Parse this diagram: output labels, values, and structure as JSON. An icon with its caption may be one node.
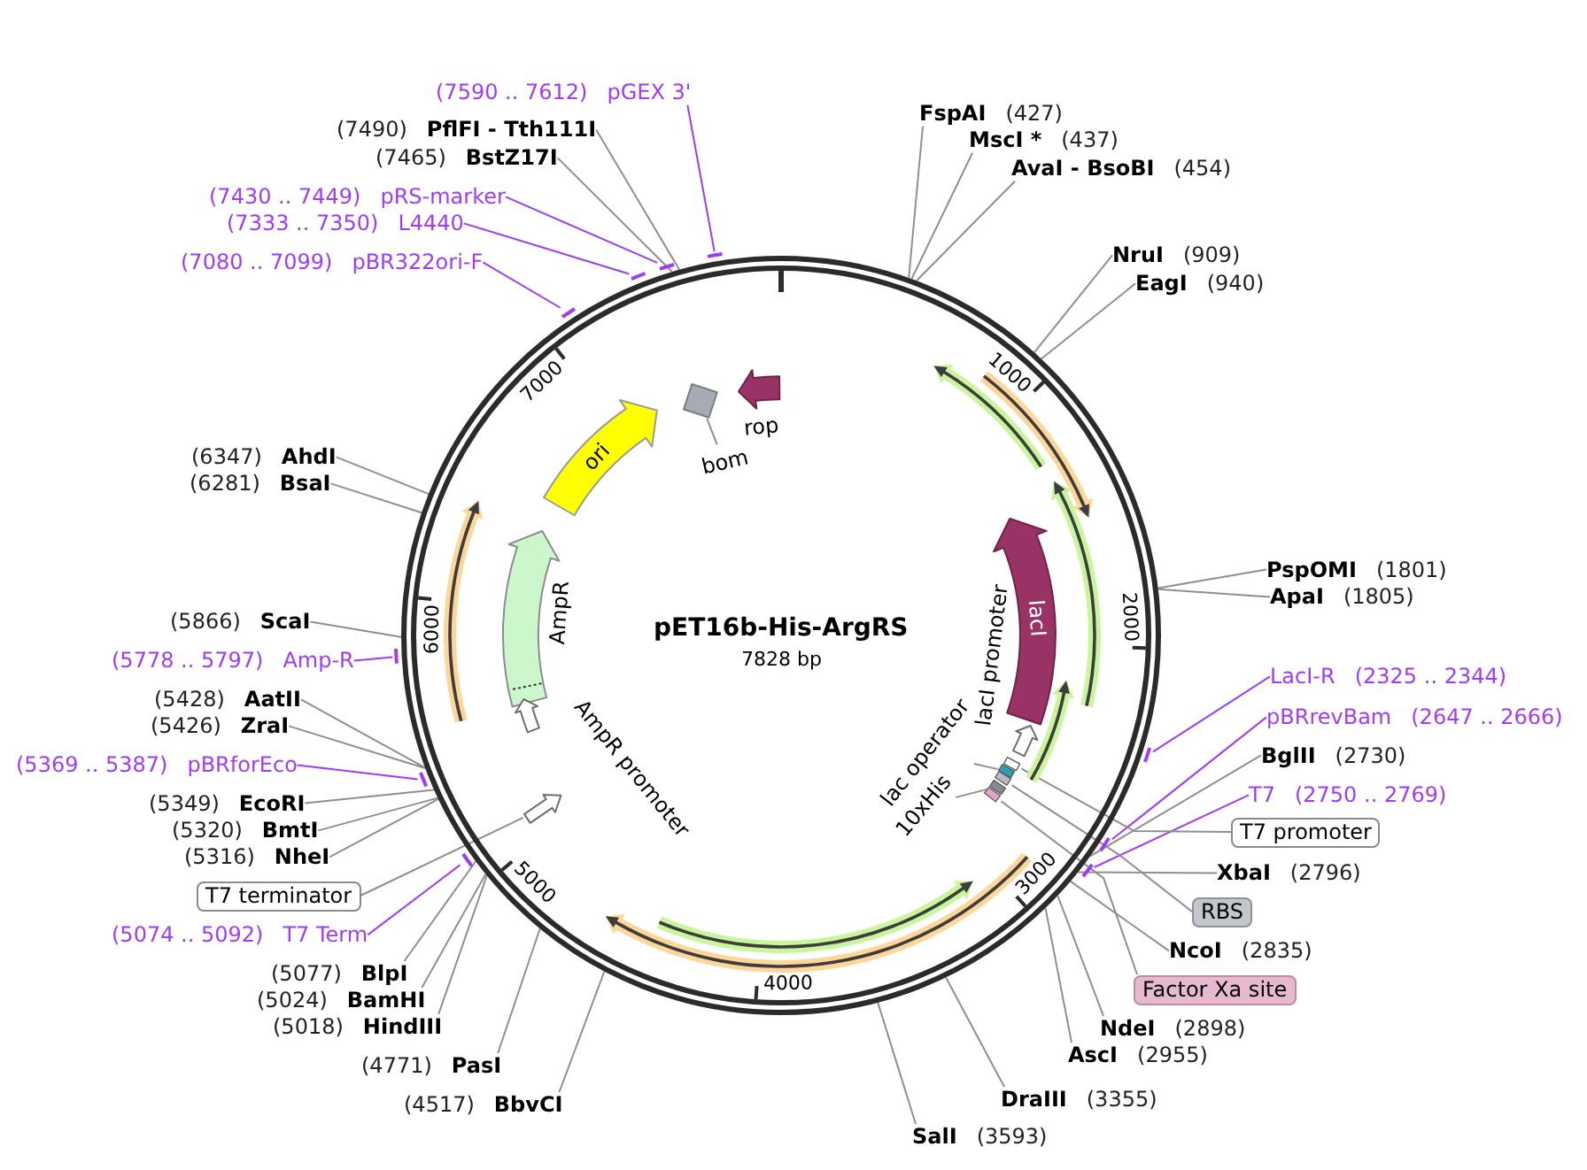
{
  "diagram": {
    "nodes": [
      {
        "text": [
          "pET16b-His-ArgRS",
          "7828 bp"
        ]
      },
      {
        "text": [],
        "shape": "box",
        "in": 0
      },
      {
        "text": [
          "bom"
        ],
        "in": 0
      },
      {
        "text": [
          "rop"
        ],
        "in": 0
      },
      {
        "text": [
          "ori"
        ],
        "in": 0
      },
      {
        "text": [
          "AmpR"
        ],
        "in": 0
      },
      {
        "text": [
          "AmpR promoter"
        ],
        "in": 0
      },
      {
        "text": [],
        "shape": "arrow",
        "in": 0
      },
      {
        "text": [
          "lacI"
        ],
        "in": 0
      },
      {
        "text": [
          "lacI promoter"
        ],
        "in": 0
      },
      {
        "text": [
          "lac operator"
        ],
        "in": 0
      },
      {
        "text": [
          "10xHis"
        ],
        "in": 0
      },
      {
        "text": [],
        "shape": "bar",
        "in": 0
      },
      {
        "text": [],
        "shape": "bar",
        "in": 0
      },
      {
        "text": [],
        "shape": "bar",
        "in": 0
      },
      {
        "text": [],
        "shape": "bar",
        "in": 0
      },
      {
        "text": [],
        "shape": "bar",
        "in": 0
      },
      {
        "text": [
          "FspAI",
          "(427)"
        ]
      },
      {
        "text": [
          "MscI *",
          "(437)"
        ]
      },
      {
        "text": [
          "AvaI - BsoBI",
          "(454)"
        ]
      },
      {
        "text": [
          "NruI",
          "(909)"
        ]
      },
      {
        "text": [
          "EagI",
          "(940)"
        ]
      },
      {
        "text": [
          "PspOMI",
          "(1801)"
        ]
      },
      {
        "text": [
          "ApaI",
          "(1805)"
        ]
      },
      {
        "text": [
          "LacI-R",
          "(2325 .. 2344)"
        ]
      },
      {
        "text": [],
        "shape": "bar"
      },
      {
        "text": [
          "pBRrevBam",
          "(2647 .. 2666)"
        ]
      },
      {
        "text": [],
        "shape": "bar"
      },
      {
        "text": [
          "BglII",
          "(2730)"
        ]
      },
      {
        "text": [
          "T7",
          "(2750 .. 2769)"
        ]
      },
      {
        "text": [],
        "shape": "bar"
      },
      {
        "text": [
          "T7 promoter"
        ]
      },
      {
        "text": [
          "XbaI",
          "(2796)"
        ]
      },
      {
        "text": [
          "RBS"
        ]
      },
      {
        "text": [
          "NcoI",
          "(2835)"
        ]
      },
      {
        "text": [
          "Factor Xa site"
        ]
      },
      {
        "text": [
          "NdeI",
          "(2898)"
        ]
      },
      {
        "text": [
          "AscI",
          "(2955)"
        ]
      },
      {
        "text": [
          "DraIII",
          "(3355)"
        ]
      },
      {
        "text": [
          "SalI",
          "(3593)"
        ]
      },
      {
        "text": [
          "(4517)",
          "BbvCI"
        ]
      },
      {
        "text": [
          "(4771)",
          "PasI"
        ]
      },
      {
        "text": [
          "(5018)",
          "HindIII"
        ]
      },
      {
        "text": [
          "(5024)",
          "BamHI"
        ]
      },
      {
        "text": [
          "(5077)",
          "BlpI"
        ]
      },
      {
        "text": [
          "(5074 .. 5092)",
          "T7 Term"
        ]
      },
      {
        "text": [],
        "shape": "bar"
      },
      {
        "text": [
          "T7 terminator"
        ]
      },
      {
        "text": [
          "(5316)",
          "NheI"
        ]
      },
      {
        "text": [
          "(5320)",
          "BmtI"
        ]
      },
      {
        "text": [
          "(5349)",
          "EcoRI"
        ]
      },
      {
        "text": [
          "(5369 .. 5387)",
          "pBRforEco"
        ]
      },
      {
        "text": [],
        "shape": "bar"
      },
      {
        "text": [
          "(5426)",
          "ZraI"
        ]
      },
      {
        "text": [
          "(5428)",
          "AatII"
        ]
      },
      {
        "text": [
          "(5778 .. 5797)",
          "Amp-R"
        ]
      },
      {
        "text": [],
        "shape": "bar"
      },
      {
        "text": [
          "(5866)",
          "ScaI"
        ]
      },
      {
        "text": [
          "(6281)",
          "BsaI"
        ]
      },
      {
        "text": [
          "(6347)",
          "AhdI"
        ]
      },
      {
        "text": [
          "(7080 .. 7099)",
          "pBR322ori-F"
        ]
      },
      {
        "text": [],
        "shape": "bar"
      },
      {
        "text": [
          "(7333 .. 7350)",
          "L4440"
        ]
      },
      {
        "text": [],
        "shape": "bar"
      },
      {
        "text": [
          "(7430 .. 7449)",
          "pRS-marker"
        ]
      },
      {
        "text": [],
        "shape": "bar"
      },
      {
        "text": [
          "(7465)",
          "BstZ17I"
        ]
      },
      {
        "text": [
          "(7490)",
          "PflFI - Tth111I"
        ]
      },
      {
        "text": [
          "(7590 .. 7612)",
          "pGEX 3'"
        ]
      },
      {
        "text": [],
        "shape": "bar"
      }
    ],
    "edges": [
      {
        "from": 2,
        "to": 1,
        "arrow": "none"
      },
      {
        "from": 10,
        "to": 13,
        "arrow": "none"
      },
      {
        "from": 11,
        "to": 15,
        "arrow": "none"
      },
      {
        "from": 17,
        "to": 0,
        "arrow": "none"
      },
      {
        "from": 18,
        "to": 0,
        "arrow": "none"
      },
      {
        "from": 19,
        "to": 0,
        "arrow": "none"
      },
      {
        "from": 20,
        "to": 0,
        "arrow": "none"
      },
      {
        "from": 21,
        "to": 0,
        "arrow": "none"
      },
      {
        "from": 22,
        "to": 0,
        "arrow": "none"
      },
      {
        "from": 23,
        "to": 0,
        "arrow": "none"
      },
      {
        "from": 24,
        "to": 25,
        "arrow": "none",
        "color": "#a03cf5"
      },
      {
        "from": 26,
        "to": 27,
        "arrow": "none",
        "color": "#a03cf5"
      },
      {
        "from": 28,
        "to": 0,
        "arrow": "none"
      },
      {
        "from": 29,
        "to": 30,
        "arrow": "none",
        "color": "#a03cf5"
      },
      {
        "from": 31,
        "to": 12,
        "arrow": "none"
      },
      {
        "from": 32,
        "to": 0,
        "arrow": "none"
      },
      {
        "from": 33,
        "to": 14,
        "arrow": "none"
      },
      {
        "from": 34,
        "to": 0,
        "arrow": "none"
      },
      {
        "from": 35,
        "to": 16,
        "arrow": "none"
      },
      {
        "from": 36,
        "to": 0,
        "arrow": "none"
      },
      {
        "from": 37,
        "to": 0,
        "arrow": "none"
      },
      {
        "from": 38,
        "to": 0,
        "arrow": "none"
      },
      {
        "from": 39,
        "to": 0,
        "arrow": "none"
      },
      {
        "from": 40,
        "to": 0,
        "arrow": "none"
      },
      {
        "from": 41,
        "to": 0,
        "arrow": "none"
      },
      {
        "from": 42,
        "to": 0,
        "arrow": "none"
      },
      {
        "from": 43,
        "to": 0,
        "arrow": "none"
      },
      {
        "from": 44,
        "to": 0,
        "arrow": "none"
      },
      {
        "from": 45,
        "to": 46,
        "arrow": "none",
        "color": "#a03cf5"
      },
      {
        "from": 47,
        "to": 7,
        "arrow": "none"
      },
      {
        "from": 48,
        "to": 0,
        "arrow": "none"
      },
      {
        "from": 49,
        "to": 0,
        "arrow": "none"
      },
      {
        "from": 50,
        "to": 0,
        "arrow": "none"
      },
      {
        "from": 51,
        "to": 52,
        "arrow": "none",
        "color": "#a03cf5"
      },
      {
        "from": 53,
        "to": 0,
        "arrow": "none"
      },
      {
        "from": 54,
        "to": 0,
        "arrow": "none"
      },
      {
        "from": 55,
        "to": 56,
        "arrow": "none",
        "color": "#a03cf5"
      },
      {
        "from": 57,
        "to": 0,
        "arrow": "none"
      },
      {
        "from": 58,
        "to": 0,
        "arrow": "none"
      },
      {
        "from": 59,
        "to": 0,
        "arrow": "none"
      },
      {
        "from": 60,
        "to": 61,
        "arrow": "none",
        "color": "#a03cf5"
      },
      {
        "from": 62,
        "to": 63,
        "arrow": "none",
        "color": "#a03cf5"
      },
      {
        "from": 64,
        "to": 65,
        "arrow": "none",
        "color": "#a03cf5"
      },
      {
        "from": 66,
        "to": 0,
        "arrow": "none"
      },
      {
        "from": 67,
        "to": 0,
        "arrow": "none"
      },
      {
        "from": 68,
        "to": 69,
        "arrow": "none",
        "color": "#a03cf5"
      }
    ],
    "labels": [
      "1000",
      "2000",
      "3000",
      "4000",
      "5000",
      "6000",
      "7000"
    ]
  }
}
